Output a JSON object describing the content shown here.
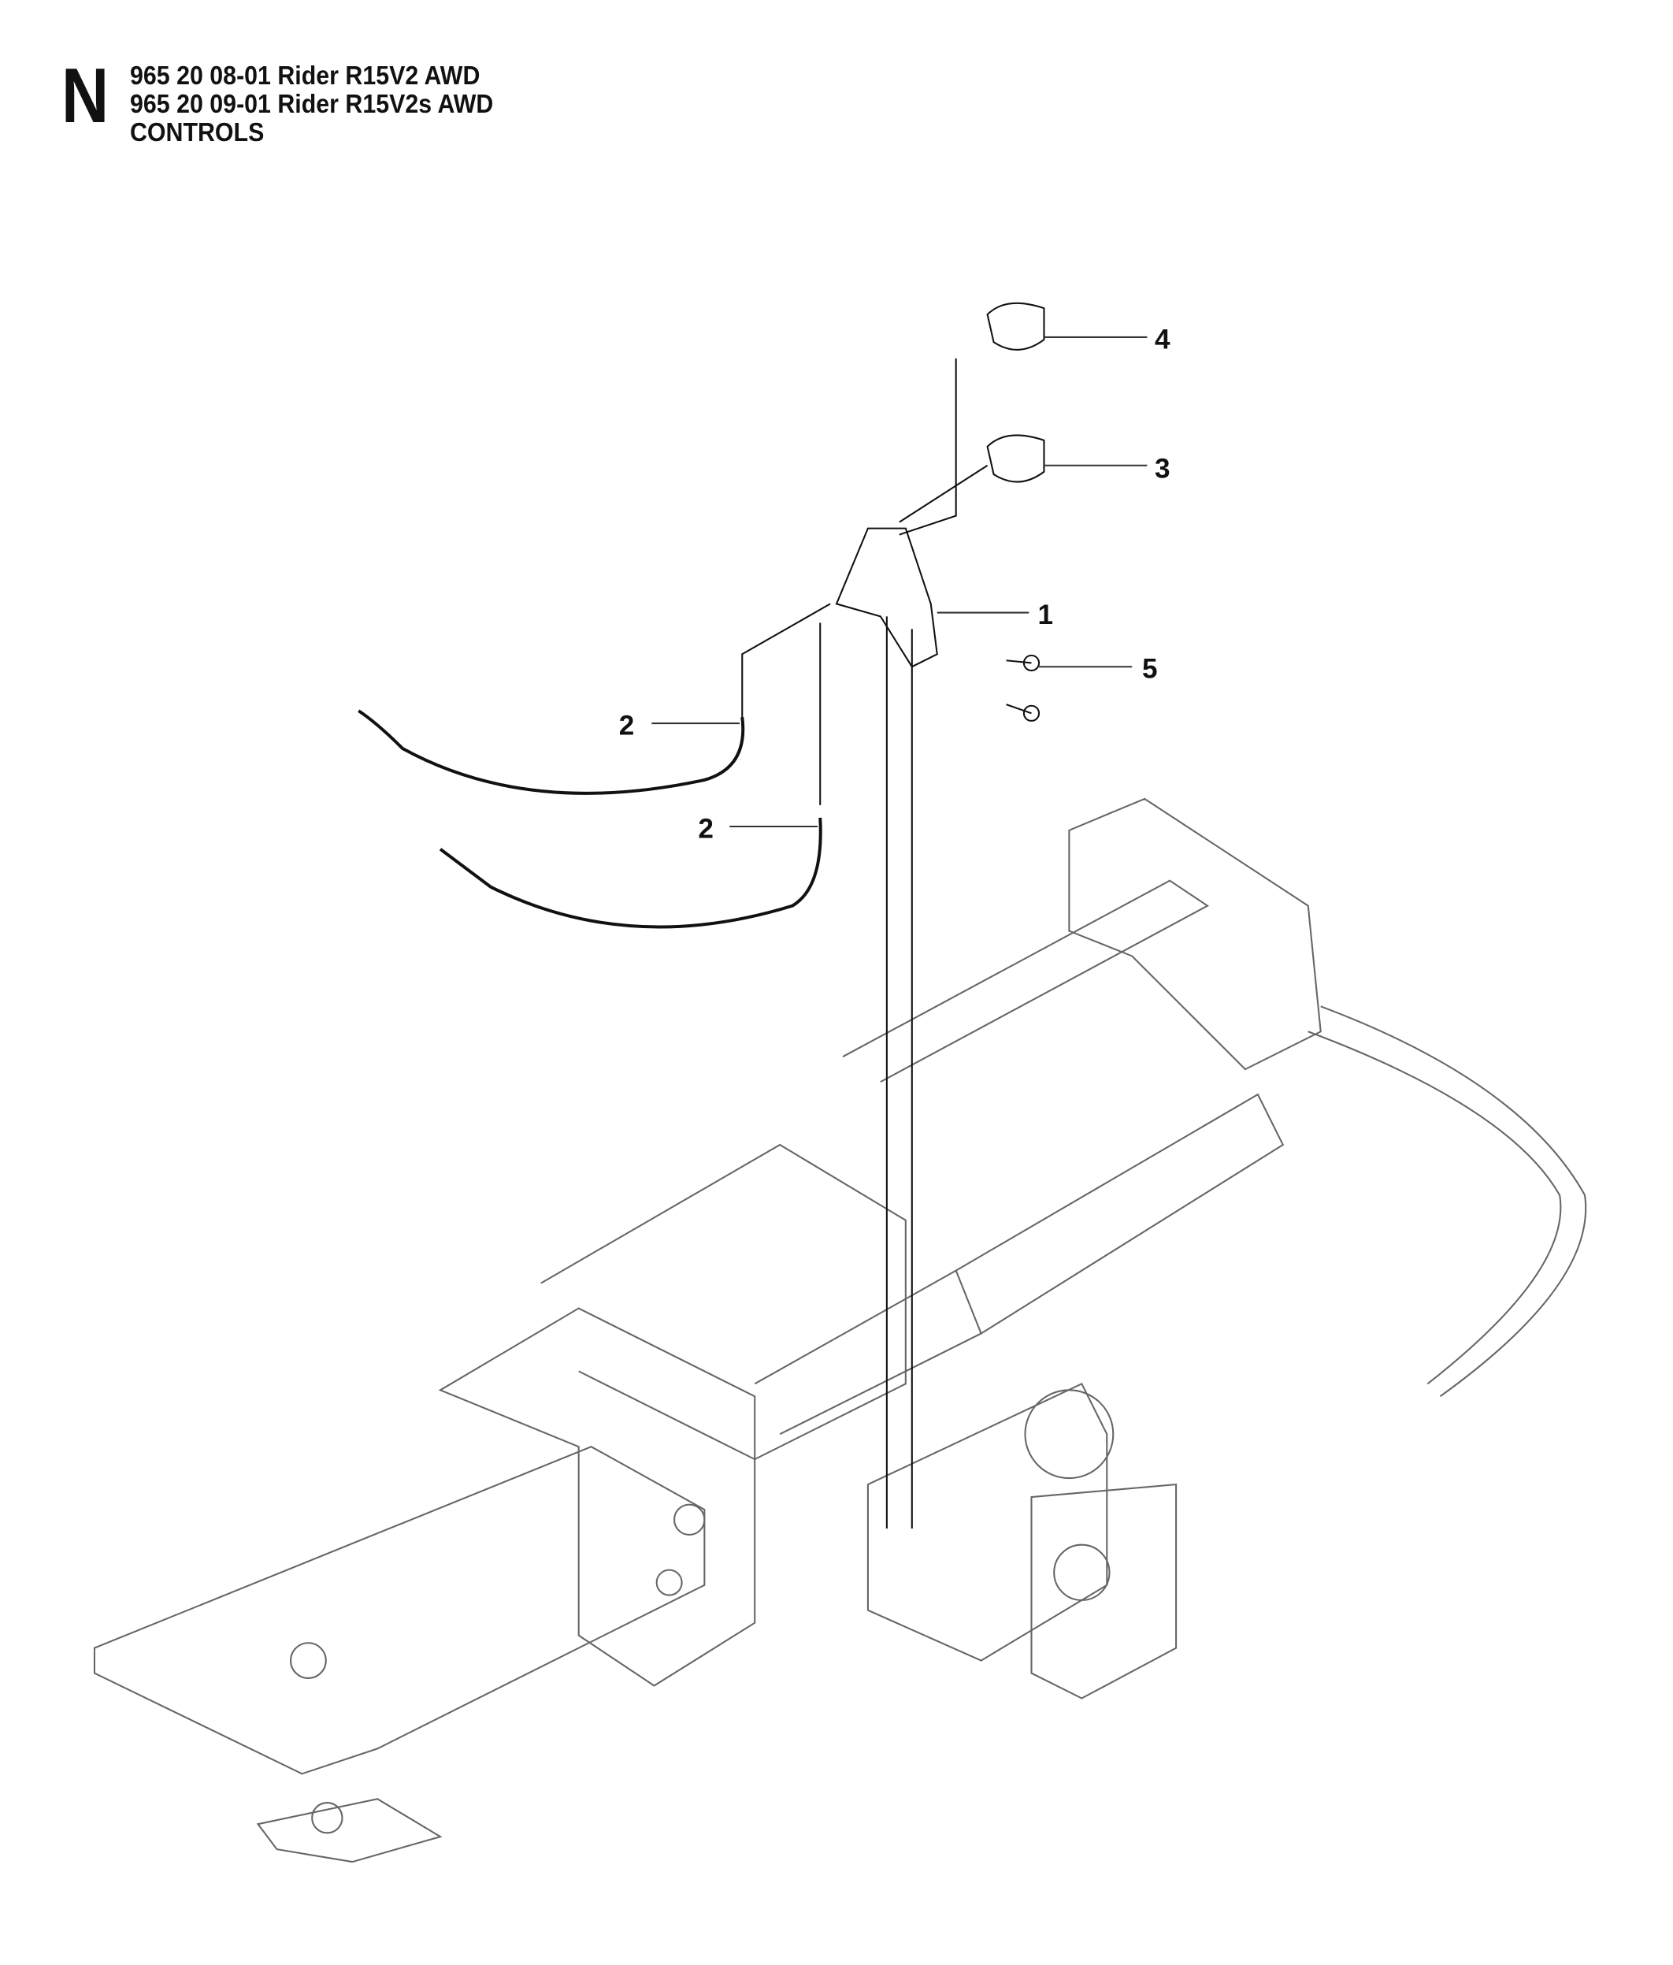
{
  "header": {
    "section_letter": "N",
    "lines": [
      "965 20 08-01 Rider R15V2 AWD",
      "965 20 09-01 Rider R15V2s AWD",
      "CONTROLS"
    ]
  },
  "callouts": [
    {
      "number": "4",
      "part": "knob-upper"
    },
    {
      "number": "3",
      "part": "knob-lower"
    },
    {
      "number": "1",
      "part": "control-bracket"
    },
    {
      "number": "5",
      "part": "screw"
    },
    {
      "number": "2",
      "part": "cable-upper"
    },
    {
      "number": "2",
      "part": "cable-lower"
    }
  ]
}
